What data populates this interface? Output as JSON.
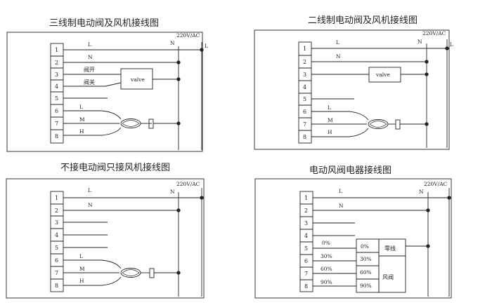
{
  "titles": {
    "d1": "三线制电动阀及风机接线图",
    "d2": "二线制电动阀及风机接线图",
    "d3": "不接电动阀只接风机接线图",
    "d4": "电动风阀电器接线图"
  },
  "common": {
    "supply": "220V/AC",
    "l": "L",
    "n": "N",
    "m": "M",
    "h": "H",
    "valve": "valve"
  },
  "terminals": {
    "t1": "1",
    "t2": "2",
    "t3": "3",
    "t4": "4",
    "t5": "5",
    "t6": "6",
    "t7": "7",
    "t8": "8"
  },
  "d1": {
    "valve_open": "阀开",
    "valve_close": "阀关"
  },
  "d4": {
    "p0": "0%",
    "p30": "30%",
    "p60": "60%",
    "p90": "90%",
    "zero_line": "零线",
    "damper": "风阀"
  }
}
